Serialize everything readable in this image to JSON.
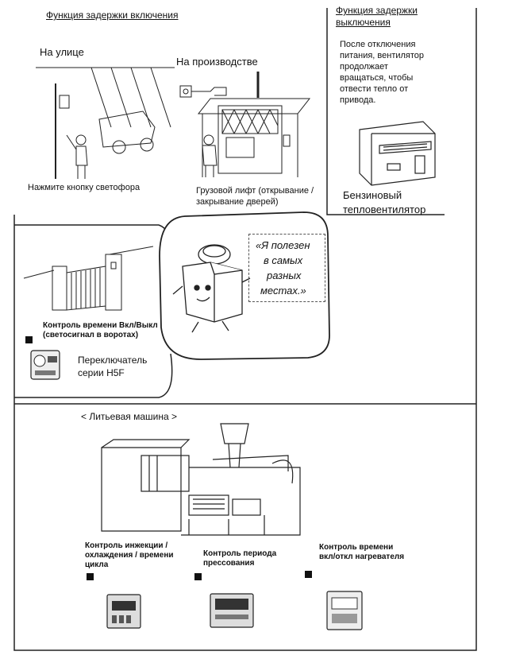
{
  "sections": {
    "on_delay_title": "Функция задержки включения",
    "outdoors_label": "На улице",
    "factory_label": "На производстве",
    "traffic_light_caption": "Нажмите кнопку светофора",
    "freight_elevator_caption_l1": "Грузовой лифт (открывание /",
    "freight_elevator_caption_l2": "закрывание дверей)",
    "off_delay_title_l1": "Функция задержки",
    "off_delay_title_l2": "выключения",
    "off_delay_text": [
      "После отключения",
      "питания, вентилятор",
      "продолжает",
      "вращаться, чтобы",
      "отвести тепло от",
      "привода."
    ],
    "heater_caption_l1": "Бензиновый",
    "heater_caption_l2": "тепловентилятор"
  },
  "mascot": {
    "speech_l1": "«Я полезен",
    "speech_l2": "в самых",
    "speech_l3": "разных",
    "speech_l4": "местах.»"
  },
  "gate": {
    "control_l1": "Контроль времени Вкл/Выкл",
    "control_l2": "(светосигнал в воротах)",
    "switch_l1": "Переключатель",
    "switch_l2": "серии H5F"
  },
  "molding": {
    "title": "< Литьевая машина >",
    "label1_l1": "Контроль инжекции /",
    "label1_l2": "охлаждения / времени",
    "label1_l3": "цикла",
    "label2_l1": "Контроль периода",
    "label2_l2": "прессования",
    "label3_l1": "Контроль времени",
    "label3_l2": "вкл/откл нагревателя"
  }
}
